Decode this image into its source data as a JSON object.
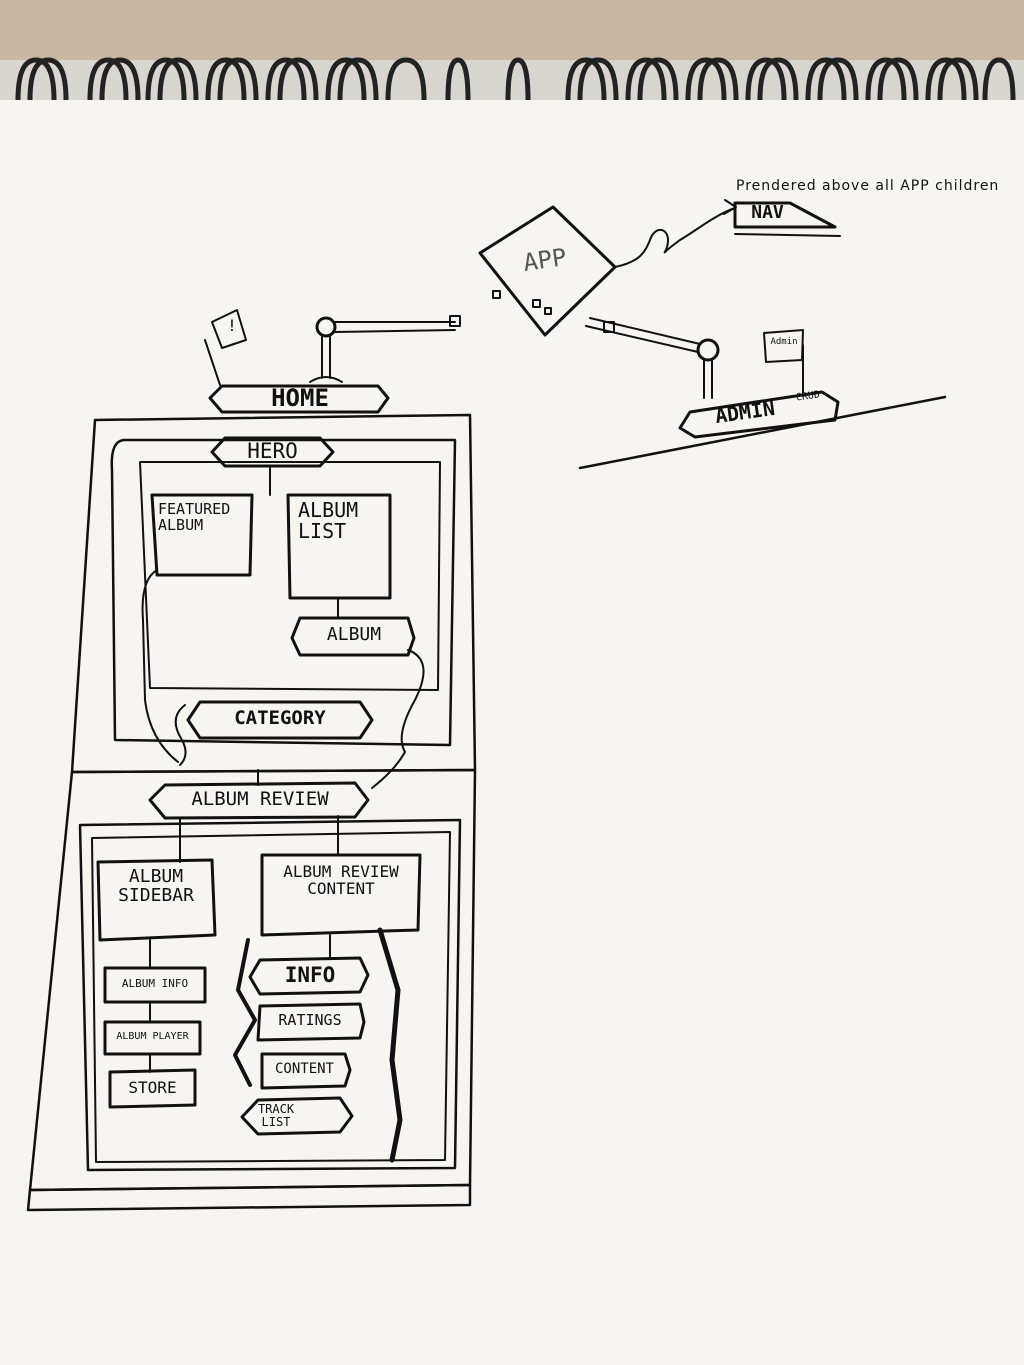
{
  "diagram": {
    "note": "Prendered above all APP children",
    "nodes": {
      "nav": "NAV",
      "app": "APP",
      "admin": "ADMIN",
      "admin_sub": "CRUD",
      "home": "HOME",
      "hero": "HERO",
      "featured_album": "FEATURED\nALBUM",
      "album_list": "ALBUM\nLIST",
      "album": "ALBUM",
      "category": "CATEGORY",
      "album_review": "ALBUM REVIEW",
      "album_sidebar": "ALBUM\nSIDEBAR",
      "album_review_content": "ALBUM REVIEW\nCONTENT",
      "album_info": "ALBUM INFO",
      "album_player": "ALBUM PLAYER",
      "store": "STORE",
      "info": "INFO",
      "ratings": "RATINGS",
      "content": "CONTENT",
      "track_list": "TRACK\nLIST",
      "flag_home": "!",
      "flag_admin": "Admin"
    }
  },
  "colors": {
    "paper": "#f6f5f2",
    "ink": "#111111",
    "spiral": "#222222"
  }
}
